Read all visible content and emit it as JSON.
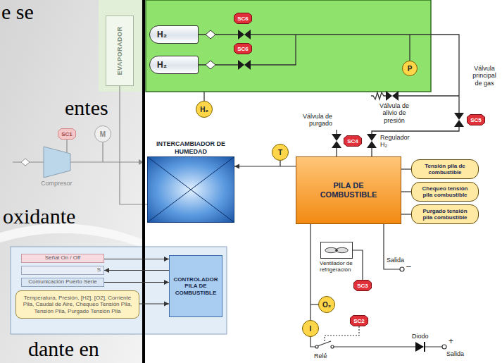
{
  "diagram": {
    "nodes": [
      {
        "text": [
          "EVAPORADOR"
        ]
      },
      {
        "text": [
          "H₂"
        ]
      },
      {
        "text": [
          "H₂"
        ]
      },
      {
        "text": [
          "SC6"
        ]
      },
      {
        "text": [
          "SC6"
        ]
      },
      {
        "text": [
          "P"
        ]
      },
      {
        "text": [
          "SC5"
        ]
      },
      {
        "text": [
          "H₂"
        ]
      },
      {
        "text": [
          "SC4"
        ]
      },
      {
        "text": [
          "SC1"
        ]
      },
      {
        "text": [
          "M"
        ]
      },
      {
        "text": [
          "INTERCAMBIADOR DE HUMEDAD"
        ]
      },
      {
        "text": [
          "T"
        ]
      },
      {
        "text": [
          "PILA DE COMBUSTIBLE"
        ]
      },
      {
        "text": [
          "Tensión pila de combustible"
        ]
      },
      {
        "text": [
          "Chequeo tensión pila combustible"
        ]
      },
      {
        "text": [
          "Purgado tensión pila combustible"
        ]
      },
      {
        "text": [
          "Señal On / Off"
        ]
      },
      {
        "text": [
          "S"
        ]
      },
      {
        "text": [
          "Comunicación Puerto Serie"
        ]
      },
      {
        "text": [
          "Temperatura, Presión, [H2], [O2], Corriente Pila, Caudal de Aire, Chequeo Tensión Pila, Tensión Pila, Purgado Tensión Pila"
        ]
      },
      {
        "text": [
          "CONTROLADOR PILA DE COMBUSTIBLE"
        ]
      },
      {
        "text": [
          "Ventilador de refrigeración"
        ]
      },
      {
        "text": [
          "SC3"
        ]
      },
      {
        "text": [
          "O₂"
        ]
      },
      {
        "text": [
          "I"
        ]
      },
      {
        "text": [
          "SC2"
        ]
      }
    ],
    "edges": [
      {
        "from": 13,
        "to": 11,
        "arrow": "to"
      },
      {
        "from": 13,
        "to": 14,
        "arrow": "none"
      },
      {
        "from": 13,
        "to": 15,
        "arrow": "none"
      },
      {
        "from": 13,
        "to": 16,
        "arrow": "none"
      },
      {
        "from": 17,
        "to": 21,
        "arrow": "to"
      },
      {
        "from": 21,
        "to": 18,
        "arrow": "to"
      },
      {
        "from": 19,
        "to": 21,
        "arrow": "to"
      },
      {
        "from": 20,
        "to": 21,
        "arrow": "to"
      },
      {
        "from": 22,
        "to": 23,
        "arrow": "none"
      }
    ],
    "labels": [
      "e se",
      "entes",
      "oxidante",
      "dante en",
      "Válvula principal de gas",
      "Válvula de alivio de presión",
      "Válvula de purgado",
      "Regulador H₂",
      "Compresor",
      "Salida",
      "–",
      "Diodo",
      "+",
      "Salida",
      "Relé"
    ]
  }
}
